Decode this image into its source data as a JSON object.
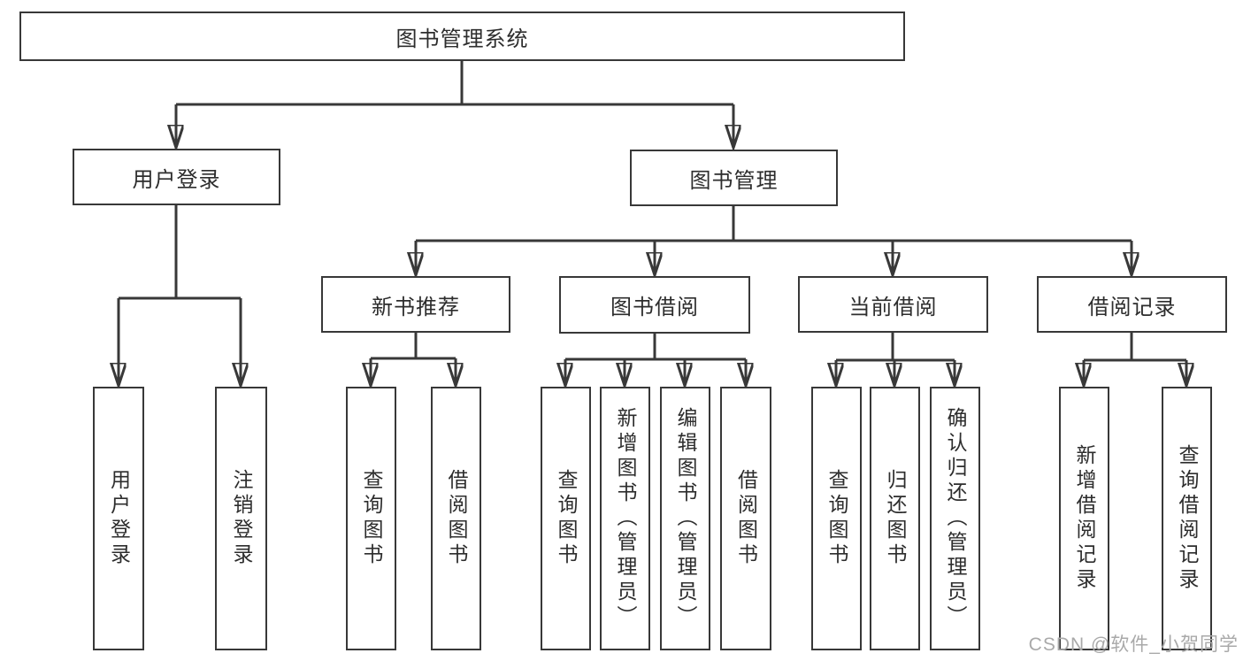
{
  "diagram": {
    "title": "图书管理系统",
    "colors": {
      "line": "#383838",
      "box_border": "#383838",
      "text": "#2d2d2d",
      "watermark": "#a9a9a9",
      "background": "#ffffff"
    },
    "nodes": {
      "root": {
        "label": "图书管理系统"
      },
      "level2": [
        {
          "label": "用户登录"
        },
        {
          "label": "图书管理"
        }
      ],
      "level3": [
        {
          "label": "新书推荐"
        },
        {
          "label": "图书借阅"
        },
        {
          "label": "当前借阅"
        },
        {
          "label": "借阅记录"
        }
      ],
      "leaves": [
        {
          "label": "用户登录"
        },
        {
          "label": "注销登录"
        },
        {
          "label": "查询图书"
        },
        {
          "label": "借阅图书"
        },
        {
          "label": "查询图书"
        },
        {
          "label": "新增图书（管理员）"
        },
        {
          "label": "编辑图书（管理员）"
        },
        {
          "label": "借阅图书"
        },
        {
          "label": "查询图书"
        },
        {
          "label": "归还图书"
        },
        {
          "label": "确认归还（管理员）"
        },
        {
          "label": "新增借阅记录"
        },
        {
          "label": "查询借阅记录"
        }
      ]
    },
    "hierarchy": {
      "图书管理系统": {
        "用户登录": [
          "用户登录",
          "注销登录"
        ],
        "图书管理": {
          "新书推荐": [
            "查询图书",
            "借阅图书"
          ],
          "图书借阅": [
            "查询图书",
            "新增图书（管理员）",
            "编辑图书（管理员）",
            "借阅图书"
          ],
          "当前借阅": [
            "查询图书",
            "归还图书",
            "确认归还（管理员）"
          ],
          "借阅记录": [
            "新增借阅记录",
            "查询借阅记录"
          ]
        }
      }
    },
    "watermark": {
      "text": "CSDN @软件_小贺同学"
    }
  }
}
